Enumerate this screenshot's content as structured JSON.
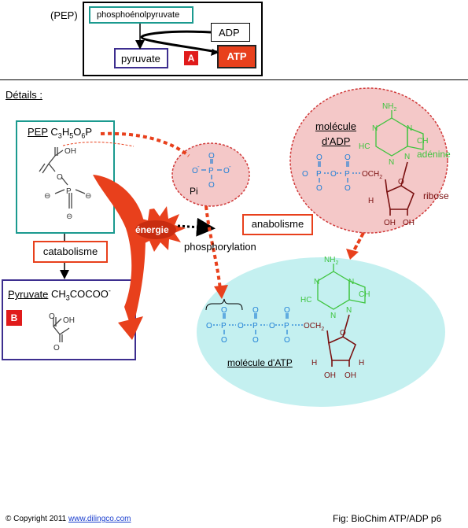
{
  "top": {
    "pep_abbrev": "(PEP)",
    "pep_name": "phosphoénolpyruvate",
    "adp": "ADP",
    "pyruvate": "pyruvate",
    "badge_a": "A",
    "atp": "ATP"
  },
  "details_heading": "Détails :",
  "pep_box": {
    "label": "PEP",
    "formula_prefix": "C",
    "formula_3": "3",
    "formula_h": "H",
    "formula_5a": "5",
    "formula_o": "O",
    "formula_6": "6",
    "formula_p": "P",
    "cooh": "OH",
    "o": "O",
    "p": "P",
    "minus1": "⊖",
    "minus2": "⊖",
    "minus3": "⊖"
  },
  "catabolisme": "catabolisme",
  "pyruvate_box": {
    "label": "Pyruvate",
    "formula_main": "CH",
    "formula_3": "3",
    "formula_rest": "COCOO",
    "formula_charge": "-",
    "badge_b": "B",
    "oh": "OH",
    "o1": "O",
    "o2": "O"
  },
  "energie": "énergie",
  "phosphorylation": "phosphorylation",
  "anabolisme": "anabolisme",
  "pi": {
    "label": "Pi",
    "p": "P",
    "o_top": "O",
    "o_left": "O",
    "o_right": "O",
    "o_bottom": "O",
    "charge_left": "-",
    "charge_right": "-"
  },
  "adp_molecule": {
    "title_line1": "molécule",
    "title_line2": "d'ADP",
    "adenine": "adénine",
    "ribose": "ribose",
    "nh2": "NH",
    "nh2_sub": "2",
    "ch": "CH",
    "hc": "HC",
    "n": "N",
    "och2": "OCH",
    "och2_sub": "2",
    "oh": "OH",
    "h": "H",
    "p": "P",
    "o": "O"
  },
  "atp_molecule": {
    "title": "molécule d'ATP"
  },
  "footer": {
    "copyright": "© Copyright 2011",
    "link": "www.dilingco.com",
    "fig": "Fig: BioChim ATP/ADP p6"
  },
  "colors": {
    "teal": "#1b9a8f",
    "purple": "#3d2e8f",
    "orange_red": "#e8401c",
    "red_badge": "#e01b1b",
    "pink": "#f4c8c8",
    "cyan": "#c4f0f0",
    "blue": "#1e7fd6",
    "green": "#3ec43e",
    "maroon": "#7a1010"
  },
  "icons": [
    "energy-burst-icon",
    "curved-arrow-icon"
  ]
}
